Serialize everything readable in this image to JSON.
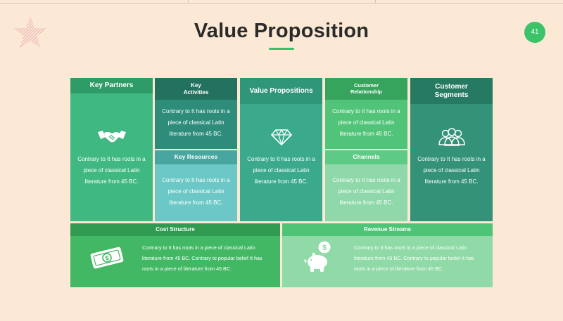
{
  "slide": {
    "title": "Value Proposition",
    "page_number": "41",
    "accent_color": "#3cc36a",
    "decor_star_color": "#e99aa8"
  },
  "canvas": {
    "key_partners": {
      "header": "Key Partners",
      "body": "Contrary to It has roots in a piece of classical Latin literature from 45 BC.",
      "icon": "handshake-icon"
    },
    "key_activities": {
      "header_line1": "Key",
      "header_line2": "Activities",
      "body": "Contrary to It has roots in a piece of classical Latin literature from 45 BC."
    },
    "key_resources": {
      "header": "Key Resources",
      "body": "Contrary to It has roots in a piece of classical Latin literature from 45 BC."
    },
    "value_propositions": {
      "header": "Value Propositions",
      "body": "Contrary to It has roots in a piece of classical Latin literature from 45 BC.",
      "icon": "diamond-icon"
    },
    "customer_relationship": {
      "header_line1": "Customer",
      "header_line2": "Relationship",
      "body": "Contrary to It has roots in a piece of classical Latin literature from 45 BC."
    },
    "channels": {
      "header": "Channels",
      "body": "Contrary to It has roots in a piece of classical Latin literature from 45 BC."
    },
    "customer_segments": {
      "header_line1": "Customer",
      "header_line2": "Segments",
      "body": "Contrary to It has roots in a piece of classical Latin literature from 45 BC.",
      "icon": "users-icon"
    },
    "cost_structure": {
      "header": "Cost Structure",
      "body": "Contrary to It has roots in a piece of classical Latin literature from 45 BC. Contrary to popular belief It has roots in a piece of literature from 45 BC.",
      "icon": "money-bill-icon"
    },
    "revenue_streams": {
      "header": "Revenue Streams",
      "body": "Contrary to It has roots in a piece of classical Latin literature from 45 BC. Contrary to popular belief It has roots in a piece of literature from 45 BC.",
      "icon": "piggy-bank-icon"
    }
  }
}
